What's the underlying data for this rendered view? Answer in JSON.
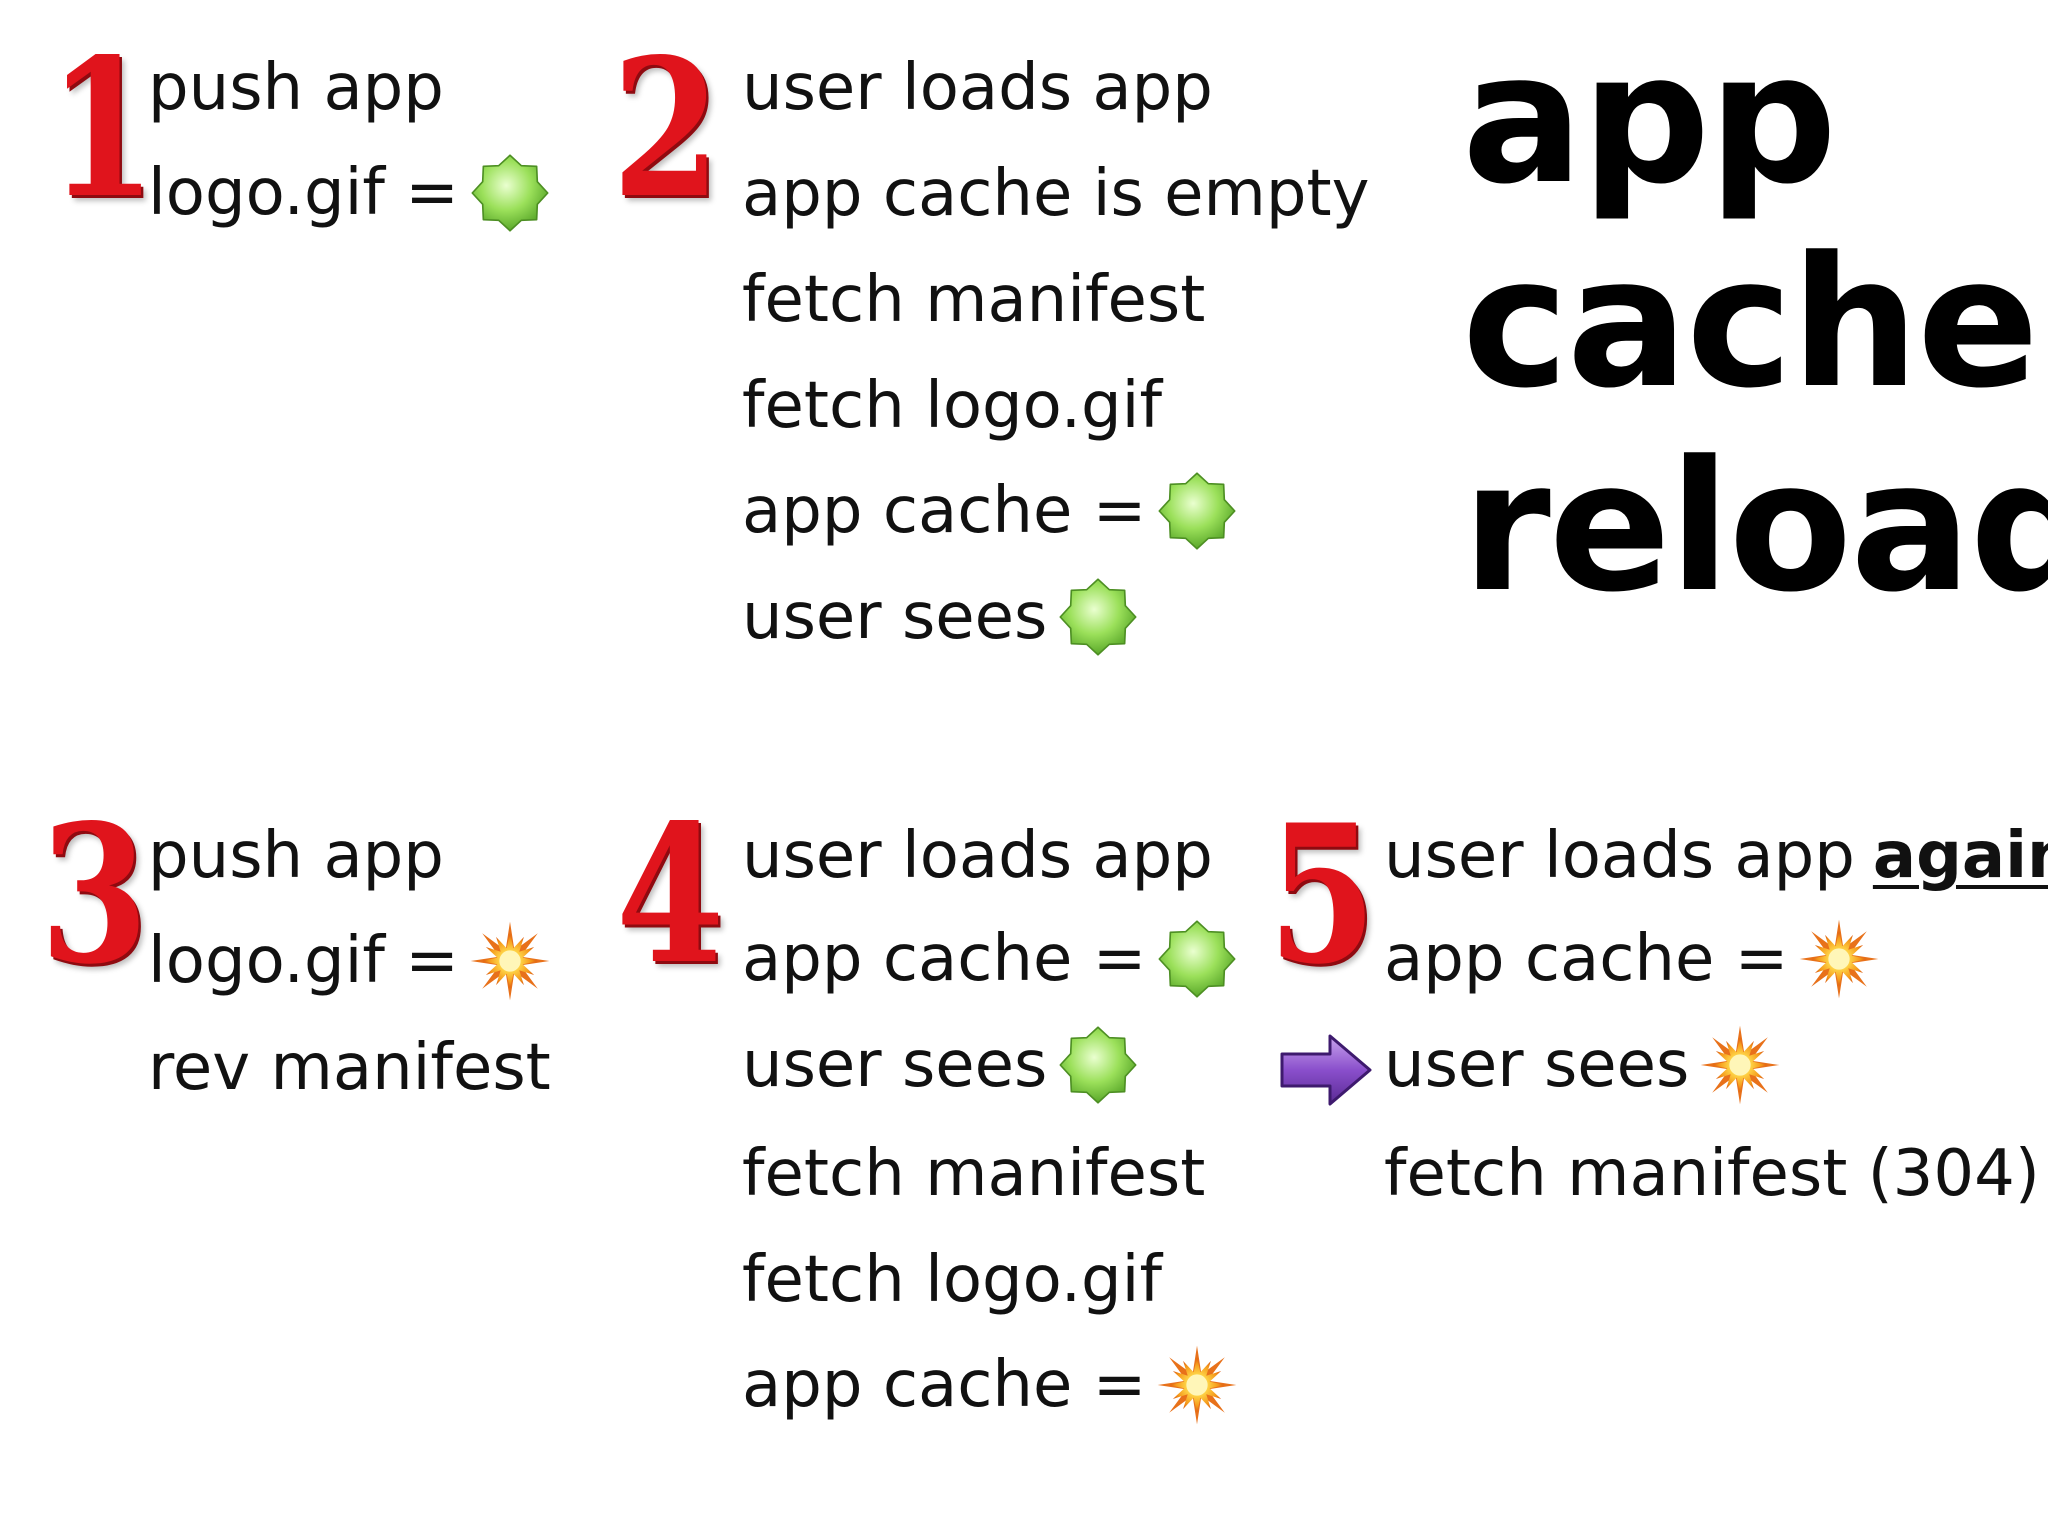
{
  "title": {
    "line1": "app",
    "line2": "cache",
    "line3": "reload"
  },
  "steps": [
    {
      "number": "1",
      "lines": [
        {
          "text": "push app",
          "icon": ""
        },
        {
          "text": "logo.gif =",
          "icon": "green-star-icon"
        }
      ]
    },
    {
      "number": "2",
      "lines": [
        {
          "text": "user loads app",
          "icon": ""
        },
        {
          "text": "app cache is empty",
          "icon": ""
        },
        {
          "text": "fetch manifest",
          "icon": ""
        },
        {
          "text": "fetch logo.gif",
          "icon": ""
        },
        {
          "text": "app cache =",
          "icon": "green-star-icon"
        },
        {
          "text": "user sees",
          "icon": "green-star-icon"
        }
      ]
    },
    {
      "number": "3",
      "lines": [
        {
          "text": "push app",
          "icon": ""
        },
        {
          "text": "logo.gif =",
          "icon": "orange-burst-icon"
        },
        {
          "text": "rev manifest",
          "icon": ""
        }
      ]
    },
    {
      "number": "4",
      "lines": [
        {
          "text": "user loads app",
          "icon": ""
        },
        {
          "text": "app cache =",
          "icon": "green-star-icon"
        },
        {
          "text": "user sees",
          "icon": "green-star-icon"
        },
        {
          "text": "fetch manifest",
          "icon": ""
        },
        {
          "text": "fetch logo.gif",
          "icon": ""
        },
        {
          "text": "app cache =",
          "icon": "orange-burst-icon"
        }
      ]
    },
    {
      "number": "5",
      "lines": [
        {
          "text": "user loads app",
          "emphasis": "again",
          "icon": ""
        },
        {
          "text": "app cache =",
          "icon": "orange-burst-icon"
        },
        {
          "text": "user sees",
          "icon": "orange-burst-icon",
          "marker": "purple-arrow-icon"
        },
        {
          "text": "fetch manifest (304)",
          "icon": ""
        }
      ]
    }
  ],
  "colors": {
    "number": "#e0141c",
    "green_star": "#7fcf3a",
    "orange_burst": "#f5a623",
    "arrow": "#7b3fb8"
  }
}
